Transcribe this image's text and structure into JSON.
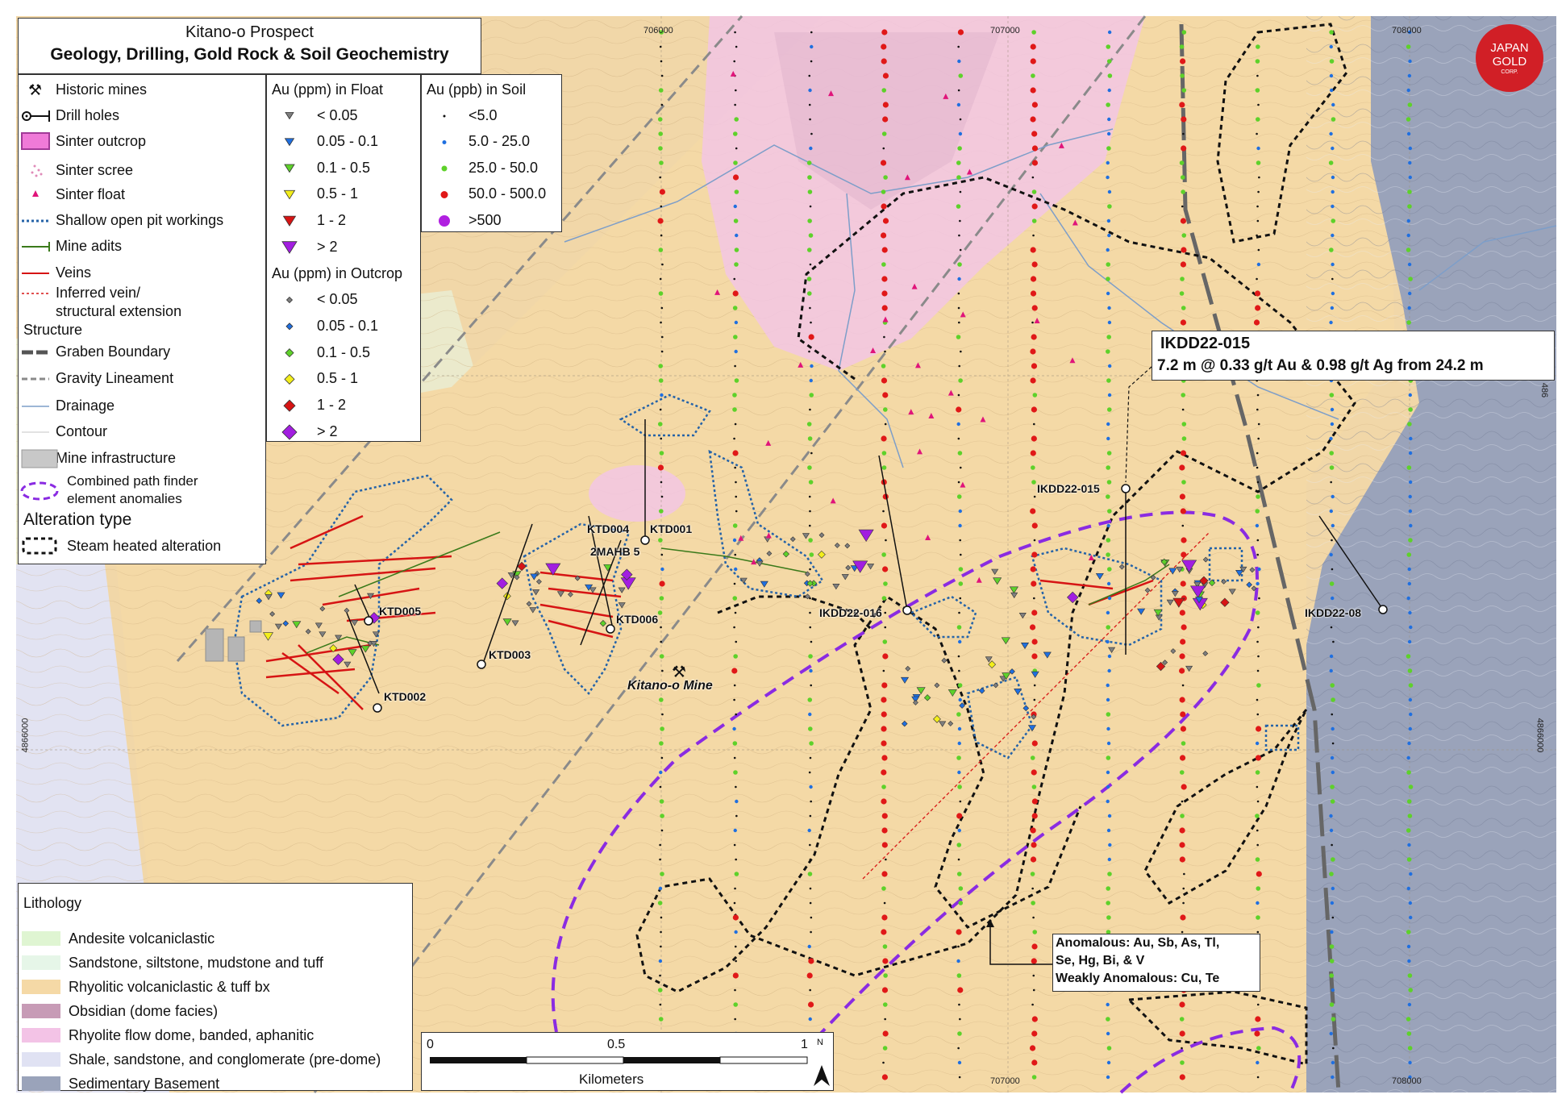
{
  "title": {
    "line1": "Kitano-o Prospect",
    "line2": "Geology, Drilling, Gold Rock & Soil Geochemistry"
  },
  "logo": {
    "text1": "JAPAN",
    "text2": "GOLD",
    "text3": "CORP.",
    "color": "#d11f26"
  },
  "legend_main": {
    "historic_mines": "Historic mines",
    "drill_holes": "Drill holes",
    "sinter_outcrop": "Sinter outcrop",
    "sinter_scree": "Sinter scree",
    "sinter_float": "Sinter float",
    "shallow_pits": "Shallow open pit workings",
    "mine_adits": "Mine adits",
    "veins": "Veins",
    "inferred_vein_1": "Inferred vein/",
    "inferred_vein_2": "structural extension",
    "structure": "Structure",
    "graben": "Graben Boundary",
    "gravity": "Gravity Lineament",
    "drainage": "Drainage",
    "contour": "Contour",
    "mine_infra": "Mine infrastructure",
    "pathfinder_1": "Combined path finder",
    "pathfinder_2": "element anomalies",
    "alteration_type": "Alteration type",
    "steam": "Steam heated alteration"
  },
  "legend_float": {
    "heading": "Au (ppm) in Float",
    "items": [
      {
        "label": "< 0.05",
        "color": "#7f7f7f"
      },
      {
        "label": "0.05 - 0.1",
        "color": "#1f6fe0"
      },
      {
        "label": "0.1 - 0.5",
        "color": "#5ed12a"
      },
      {
        "label": "0.5 - 1",
        "color": "#f3ee1c"
      },
      {
        "label": "1 - 2",
        "color": "#d61414"
      },
      {
        "label": "> 2",
        "color": "#a21ee0"
      }
    ]
  },
  "legend_outcrop": {
    "heading": "Au (ppm) in Outcrop",
    "items": [
      {
        "label": "< 0.05",
        "color": "#7f7f7f"
      },
      {
        "label": "0.05 - 0.1",
        "color": "#1f6fe0"
      },
      {
        "label": "0.1 - 0.5",
        "color": "#5ed12a"
      },
      {
        "label": "0.5 - 1",
        "color": "#f3ee1c"
      },
      {
        "label": "1 - 2",
        "color": "#d61414"
      },
      {
        "label": "> 2",
        "color": "#a21ee0"
      }
    ]
  },
  "legend_soil": {
    "heading": "Au (ppb) in Soil",
    "items": [
      {
        "label": "<5.0",
        "color": "#111111"
      },
      {
        "label": "5.0 - 25.0",
        "color": "#1f6fe0"
      },
      {
        "label": "25.0 - 50.0",
        "color": "#5ed12a"
      },
      {
        "label": "50.0 - 500.0",
        "color": "#e01818"
      },
      {
        "label": ">500",
        "color": "#b020e0"
      }
    ]
  },
  "lithology": {
    "heading": "Lithology",
    "items": [
      {
        "label": "Andesite volcaniclastic",
        "color": "#dff5d2"
      },
      {
        "label": "Sandstone, siltstone, mudstone and tuff",
        "color": "#e6f6e8"
      },
      {
        "label": "Rhyolitic volcaniclastic & tuff bx",
        "color": "#f5d9a6"
      },
      {
        "label": "Obsidian (dome facies)",
        "color": "#c79bb6"
      },
      {
        "label": "Rhyolite flow dome, banded, aphanitic",
        "color": "#f3c3e6"
      },
      {
        "label": "Shale, sandstone, and conglomerate (pre-dome)",
        "color": "#e0e2f3"
      },
      {
        "label": "Sedimentary Basement",
        "color": "#9aa3ba"
      }
    ]
  },
  "scale_bar": {
    "tick0": "0",
    "tick1": "0.5",
    "tick2": "1",
    "unit": "Kilometers",
    "north": "N"
  },
  "coordinates": {
    "top": [
      "706000",
      "707000",
      "708000"
    ],
    "bottom": [
      "707000",
      "708000"
    ],
    "left": "4866000",
    "right": [
      "4866000",
      "486"
    ]
  },
  "callouts": {
    "ikdd22_015": {
      "hole": "IKDD22-015",
      "result": "7.2 m @ 0.33 g/t Au & 0.98 g/t Ag from 24.2 m"
    },
    "anomalous": {
      "line1": "Anomalous: Au, Sb, As, Tl,",
      "line2": "Se, Hg, Bi, & V",
      "line3": "Weakly Anomalous: Cu, Te"
    }
  },
  "map_labels": {
    "ktd004": "KTD004",
    "ktd001": "KTD001",
    "mahb5": "2MAHB 5",
    "ktd006": "KTD006",
    "ktd005": "KTD005",
    "ktd003": "KTD003",
    "ktd002": "KTD002",
    "kitano_mine": "Kitano-o Mine",
    "ikdd22_016": "IKDD22-016",
    "ikdd22_015": "IKDD22-015",
    "ikdd22_08": "IKDD22-08"
  }
}
